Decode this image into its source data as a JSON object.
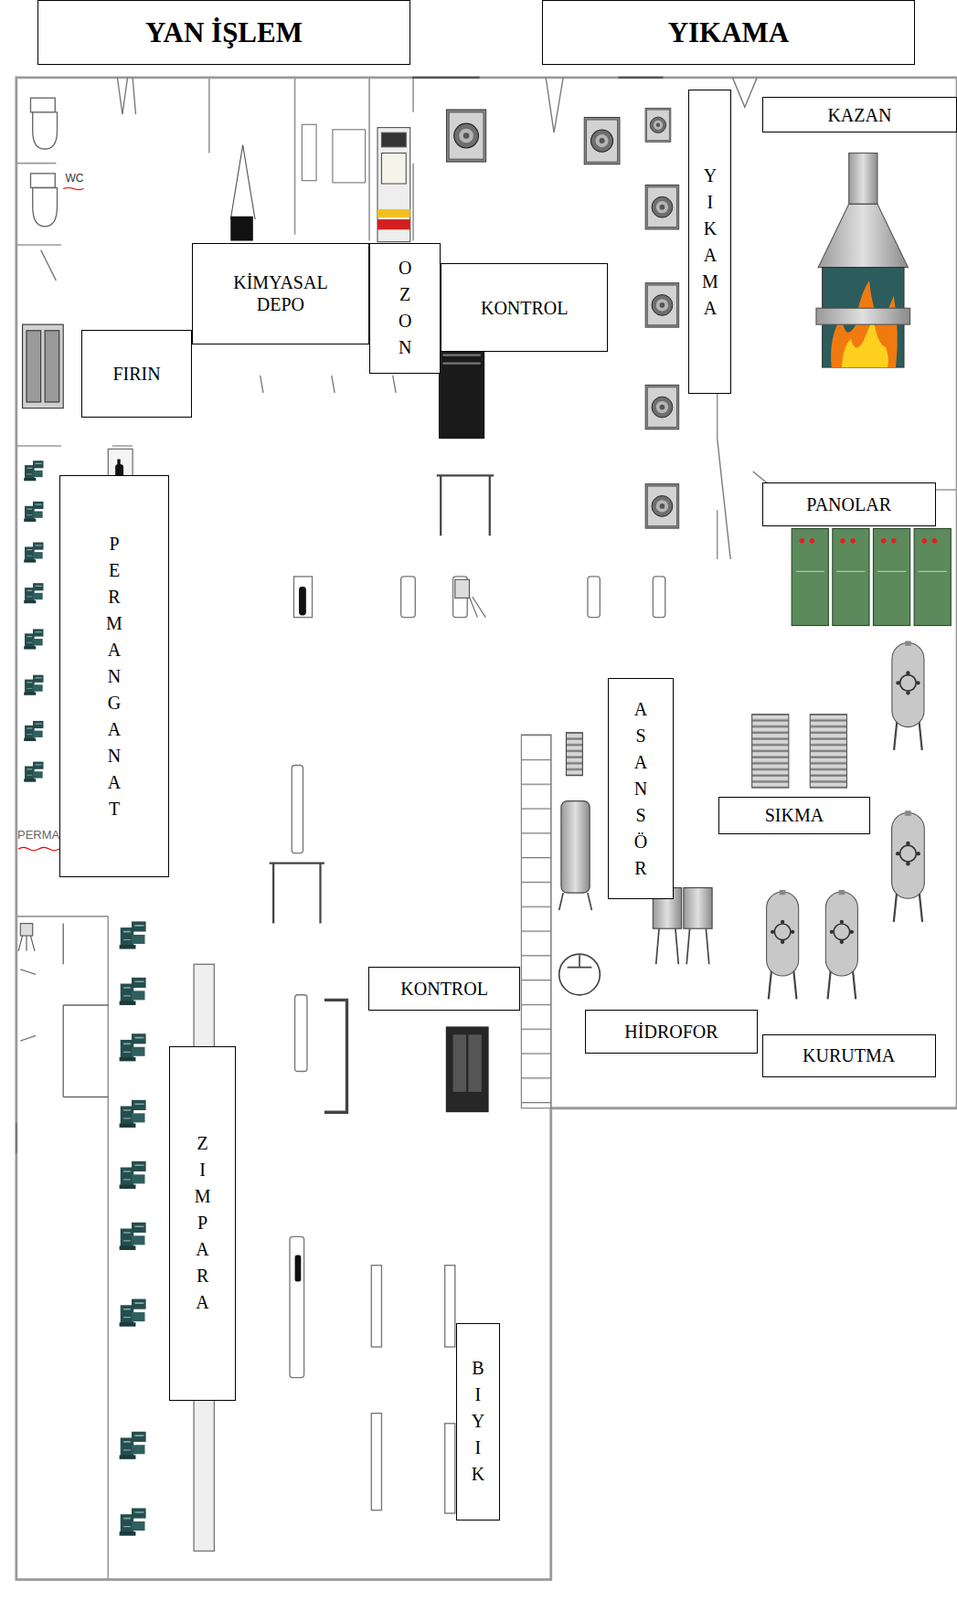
{
  "diagram": {
    "nodes": [
      {
        "text": [
          "YAN İŞLEM"
        ]
      },
      {
        "text": [
          "YIKAMA"
        ]
      },
      {
        "text": [
          "KAZAN"
        ]
      },
      {
        "text": [
          "KİMYASAL DEPO"
        ]
      },
      {
        "text": [
          "OZON"
        ]
      },
      {
        "text": [
          "KONTROL"
        ]
      },
      {
        "text": [
          "YIKAMA"
        ]
      },
      {
        "text": [
          "FIRIN"
        ]
      },
      {
        "text": [
          "PANOLAR"
        ]
      },
      {
        "text": [
          "PERMANGANAT"
        ]
      },
      {
        "text": [
          "ASANSÖR"
        ]
      },
      {
        "text": [
          "SIKMA"
        ]
      },
      {
        "text": [
          "KONTROL"
        ]
      },
      {
        "text": [
          "HİDROFOR"
        ]
      },
      {
        "text": [
          "KURUTMA"
        ]
      },
      {
        "text": [
          "ZIMPARA"
        ]
      },
      {
        "text": [
          "BIYIK"
        ]
      }
    ],
    "labels": [
      "WC",
      "PERMA"
    ]
  }
}
